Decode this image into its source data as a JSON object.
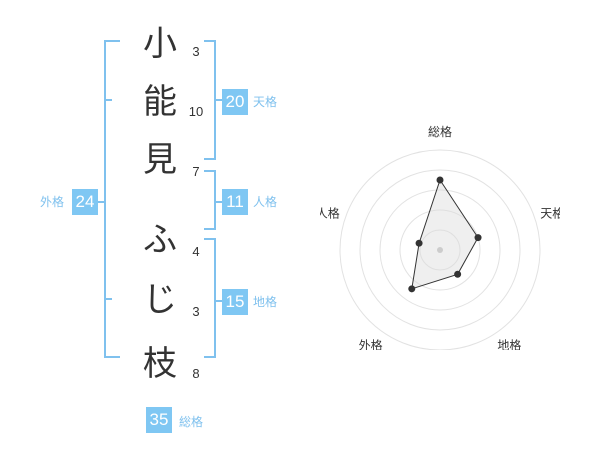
{
  "name": {
    "chars": [
      {
        "char": "小",
        "strokes": "3"
      },
      {
        "char": "能",
        "strokes": "10"
      },
      {
        "char": "見",
        "strokes": "7"
      },
      {
        "char": "ふ",
        "strokes": "4"
      },
      {
        "char": "じ",
        "strokes": "3"
      },
      {
        "char": "枝",
        "strokes": "8"
      }
    ]
  },
  "scores": {
    "tenkaku": {
      "value": "20",
      "label": "天格"
    },
    "jinkaku": {
      "value": "11",
      "label": "人格"
    },
    "chikaku": {
      "value": "15",
      "label": "地格"
    },
    "gaikaku": {
      "value": "24",
      "label": "外格"
    },
    "soukaku": {
      "value": "35",
      "label": "総格"
    }
  },
  "colors": {
    "accent": "#7fc1ee",
    "badge": "#7fc7f3",
    "text": "#333333"
  },
  "chart_data": {
    "type": "radar",
    "axes": [
      "総格",
      "天格",
      "地格",
      "外格",
      "人格"
    ],
    "values": [
      35,
      20,
      15,
      24,
      11
    ],
    "rings": 5
  }
}
